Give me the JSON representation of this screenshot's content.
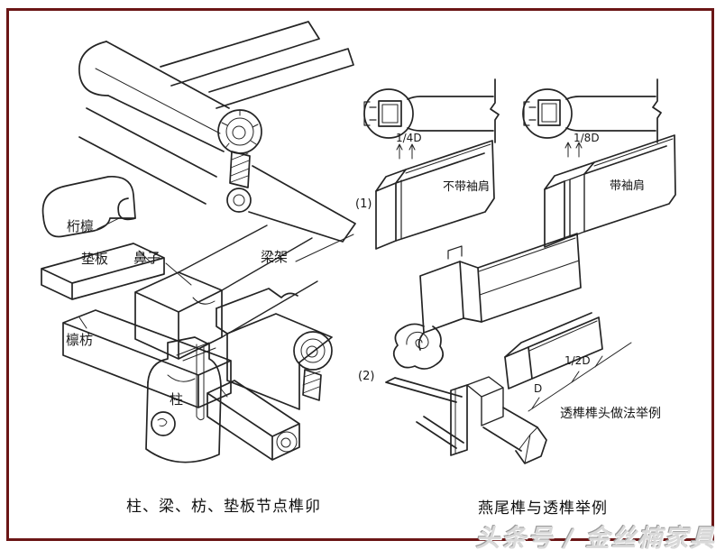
{
  "page": {
    "background": "#ffffff",
    "border_color": "#6b1616"
  },
  "left_diagram": {
    "caption": "柱、梁、枋、垫板节点榫卯",
    "labels": {
      "hengling": "桁檩",
      "dianban": "垫板",
      "bizi": "鼻子",
      "liangjia": "梁架",
      "linfang": "檩枋",
      "zhu": "柱"
    }
  },
  "right_diagram": {
    "caption": "燕尾榫与透榫举例",
    "note": "透榫榫头做法举例",
    "item1_label": "(1)",
    "item2_label": "(2)",
    "dim_quarter_d": "1/4D",
    "dim_eighth_d": "1/8D",
    "dim_half_d": "1/2D",
    "dim_d": "D",
    "tenon_without_sleeve": "不带袖肩",
    "tenon_with_sleeve": "带袖肩"
  },
  "watermark": "头条号 / 金丝楠家具"
}
